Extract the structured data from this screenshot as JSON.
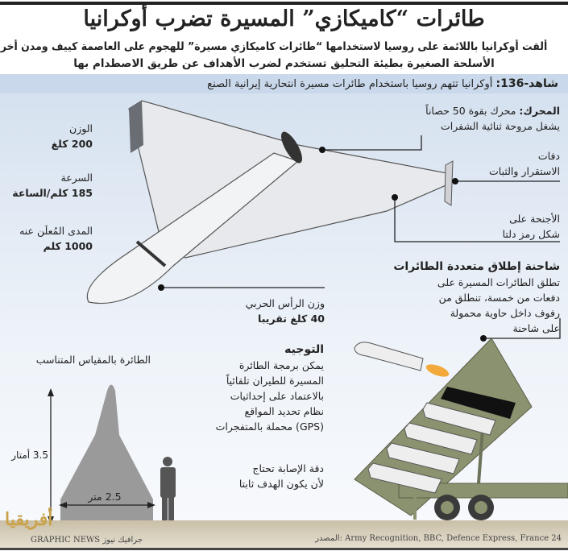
{
  "title": "طائرات “كاميكازي” المسيرة تضرب أوكرانيا",
  "subtitle": [
    "ألقت أوكرانيا باللائمة على روسيا لاستخدامها “طائرات كاميكازي مسيرة” للهجوم على العاصمة كييف ومدن أخرى.",
    "الأسلحة الصغيرة بطيئة التحليق تستخدم لضرب الأهداف عن طريق الاصطدام بها"
  ],
  "strip": {
    "label": "شاهد-136:",
    "text": " أوكرانيا تتهم روسيا باستخدام طائرات مسيرة انتحارية إيرانية الصنع"
  },
  "specs": [
    {
      "label": "الوزن",
      "value": "200 كلغ"
    },
    {
      "label": "السرعة",
      "value": "185 كلم/الساعة"
    },
    {
      "label": "المدى المُعلَن عنه",
      "value": "1000 كلم"
    }
  ],
  "engine": {
    "label": "المحرك:",
    "line1": " محرك بقوة 50 حصاناً",
    "line2": "يشغل مروحة ثنائية الشفرات"
  },
  "fins": [
    "دفات",
    "الاستقرار والثبات"
  ],
  "wings": [
    "الأجنحة على",
    "شكل رمز دلتا"
  ],
  "warhead": {
    "label": "وزن الرأس الحربي",
    "value": "40 كلغ تقريبا"
  },
  "launcher": {
    "title": "شاحنة إطلاق متعددة الطائرات",
    "lines": [
      "تطلق الطائرات المسيرة على",
      "دفعات من خمسة، تنطلق من",
      "رفوف داخل حاوية محمولة",
      "على شاحنة"
    ]
  },
  "guidance": {
    "title": "التوجيه",
    "lines": [
      "يمكن برمجة الطائرة",
      "المسيرة للطيران تلقائياً",
      "بالاعتماد على إحداثيات",
      "نظام تحديد المواقع",
      "(GPS) محملة بالمتفجرات"
    ]
  },
  "accuracy": [
    "دقة الإصابة تحتاج",
    "لأن يكون الهدف ثابتا"
  ],
  "scale": {
    "title": "الطائرة بالمقياس المتناسب",
    "height": "3.5 أمتار",
    "width": "2.5 متر"
  },
  "footer": {
    "source": "المصدر: Army Recognition, BBC, Defence Express, France 24",
    "credit": "GRAPHIC NEWS جرافيك نيوز",
    "logo": "أفريقيا"
  },
  "colors": {
    "panel": "#d4e0ef",
    "launcher": "#8b9270",
    "ground": "#c9bfa7"
  }
}
